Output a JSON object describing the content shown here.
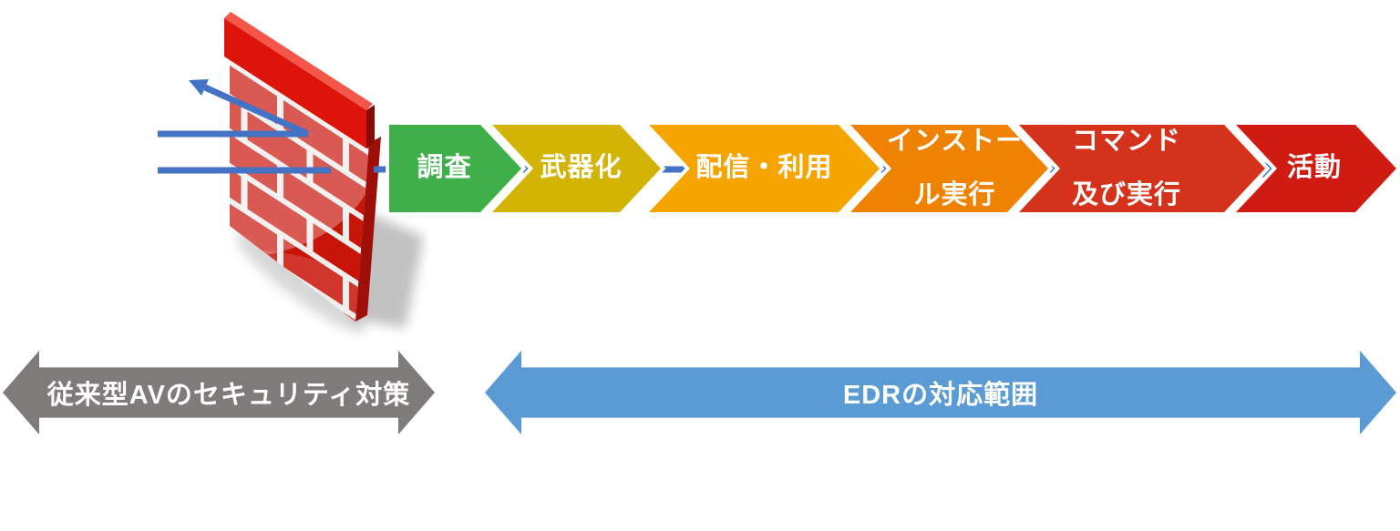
{
  "firewall": {
    "name": "firewall",
    "brick_color": "#C81308",
    "mortar_color": "#EFEDEA",
    "cap_front_color": "#DC140A",
    "cap_top_color": "#F4564A",
    "cap_end_color": "#870A04",
    "side_color": "#9E0F07",
    "shadow_color": "#8F8F8F",
    "arrow_color": "#4472C4"
  },
  "kill_chain": {
    "flow_arrow_color": "#4472C4",
    "stages": [
      {
        "label": "調査",
        "color": "#3EAF49"
      },
      {
        "label": "武器化",
        "color": "#D2B306"
      },
      {
        "label": "配信・利用",
        "color": "#F6A500"
      },
      {
        "label": "インストー\nル実行",
        "color": "#EF8200"
      },
      {
        "label": "コマンド\n及び実行",
        "color": "#D5321B"
      },
      {
        "label": "活動",
        "color": "#CF1B11"
      }
    ]
  },
  "coverage": {
    "av": {
      "label": "従来型AVのセキュリティ対策",
      "color": "#7F7B7B"
    },
    "edr": {
      "label": "EDRの対応範囲",
      "color": "#5B9BD5"
    }
  }
}
